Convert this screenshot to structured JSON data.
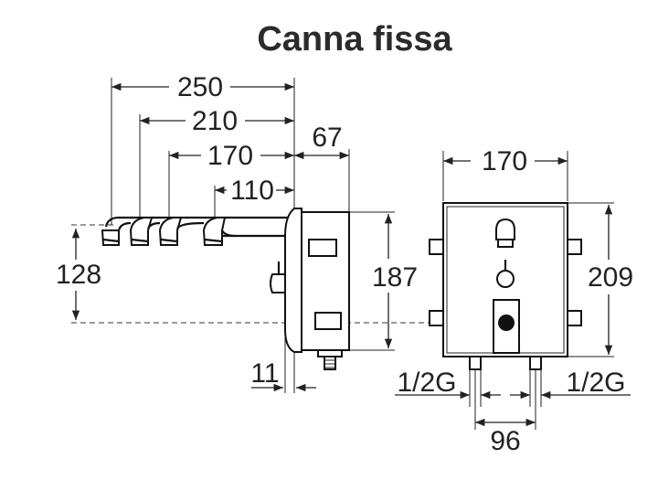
{
  "title": "Canna fissa",
  "side_view": {
    "dims": {
      "d250": "250",
      "d210": "210",
      "d170": "170",
      "d110": "110",
      "d67": "67",
      "d128": "128",
      "d187": "187",
      "d11": "11"
    }
  },
  "front_view": {
    "dims": {
      "width": "170",
      "height": "209",
      "thread_left": "1/2G",
      "thread_right": "1/2G",
      "spacing": "96"
    }
  }
}
